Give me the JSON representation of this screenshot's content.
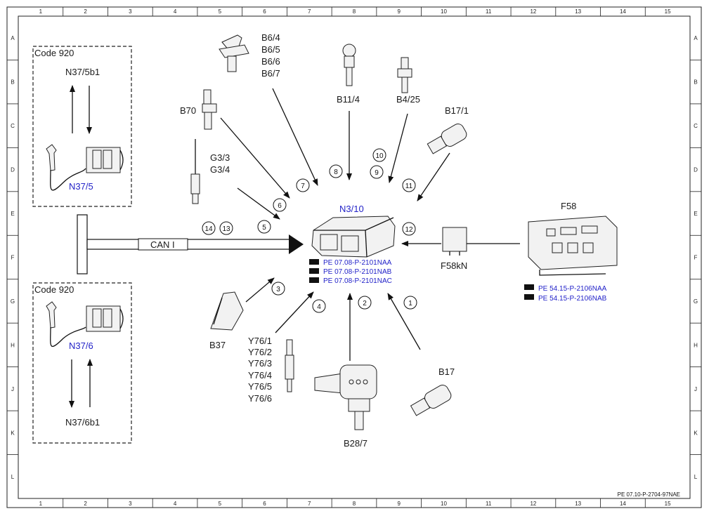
{
  "grid": {
    "columns": [
      "1",
      "2",
      "3",
      "4",
      "5",
      "6",
      "7",
      "8",
      "9",
      "10",
      "11",
      "12",
      "13",
      "14",
      "15"
    ],
    "rows": [
      "A",
      "B",
      "C",
      "D",
      "E",
      "F",
      "G",
      "H",
      "J",
      "K",
      "L"
    ]
  },
  "groups": {
    "top": {
      "code": "Code 920",
      "component": "N37/5",
      "signal": "N37/5b1"
    },
    "bottom": {
      "code": "Code 920",
      "component": "N37/6",
      "signal": "N37/6b1"
    }
  },
  "bus": {
    "label": "CAN I"
  },
  "control_unit": {
    "id": "N3/10",
    "refs": [
      "PE 07.08-P-2101NAA",
      "PE 07.08-P-2101NAB",
      "PE 07.08-P-2101NAC"
    ]
  },
  "components": {
    "b6": [
      "B6/4",
      "B6/5",
      "B6/6",
      "B6/7"
    ],
    "b11_4": "B11/4",
    "b4_25": "B4/25",
    "b17_1": "B17/1",
    "b70": "B70",
    "g3": [
      "G3/3",
      "G3/4"
    ],
    "b37": "B37",
    "y76": [
      "Y76/1",
      "Y76/2",
      "Y76/3",
      "Y76/4",
      "Y76/5",
      "Y76/6"
    ],
    "b28_7": "B28/7",
    "b17": "B17",
    "f58kn": "F58kN",
    "f58": "F58",
    "f58_refs": [
      "PE 54.15-P-2106NAA",
      "PE 54.15-P-2106NAB"
    ]
  },
  "markers": [
    "14",
    "13",
    "5",
    "6",
    "7",
    "8",
    "10",
    "9",
    "11",
    "12",
    "3",
    "4",
    "2",
    "1"
  ],
  "doc_id": "PE 07.10-P-2704-97NAE"
}
